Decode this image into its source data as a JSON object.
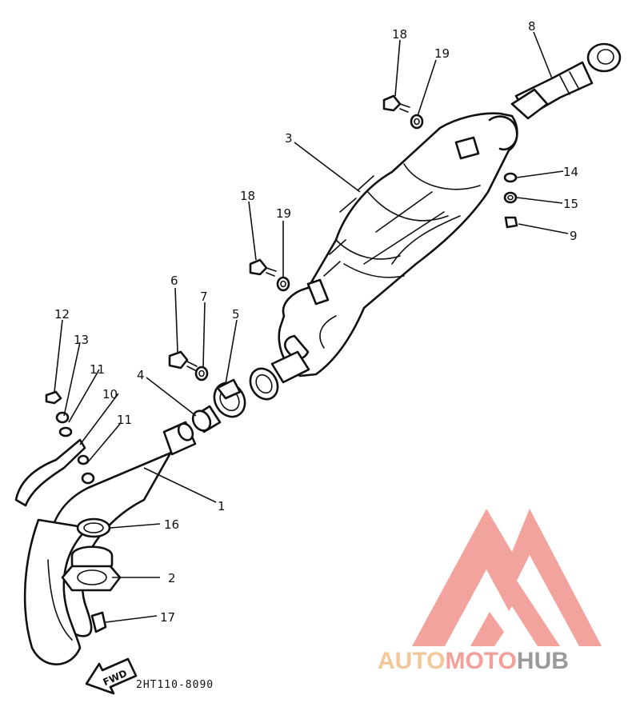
{
  "diagram": {
    "drawing_code": "2HT110-8090",
    "fwd_label": "FWD",
    "callouts": {
      "n1": "1",
      "n2": "2",
      "n3": "3",
      "n4": "4",
      "n5": "5",
      "n6": "6",
      "n7": "7",
      "n8": "8",
      "n9": "9",
      "n10": "10",
      "n11a": "11",
      "n11b": "11",
      "n12": "12",
      "n13": "13",
      "n14": "14",
      "n15": "15",
      "n16": "16",
      "n17": "17",
      "n18a": "18",
      "n18b": "18",
      "n19a": "19",
      "n19b": "19"
    }
  },
  "watermark": {
    "part1": "AUTO",
    "part2": "MOTO",
    "part3": "HUB",
    "colors": {
      "auto": "#f2c89a",
      "moto": "#f4a09a",
      "hub": "#9a9a9a",
      "logo": "#f29a94"
    }
  }
}
